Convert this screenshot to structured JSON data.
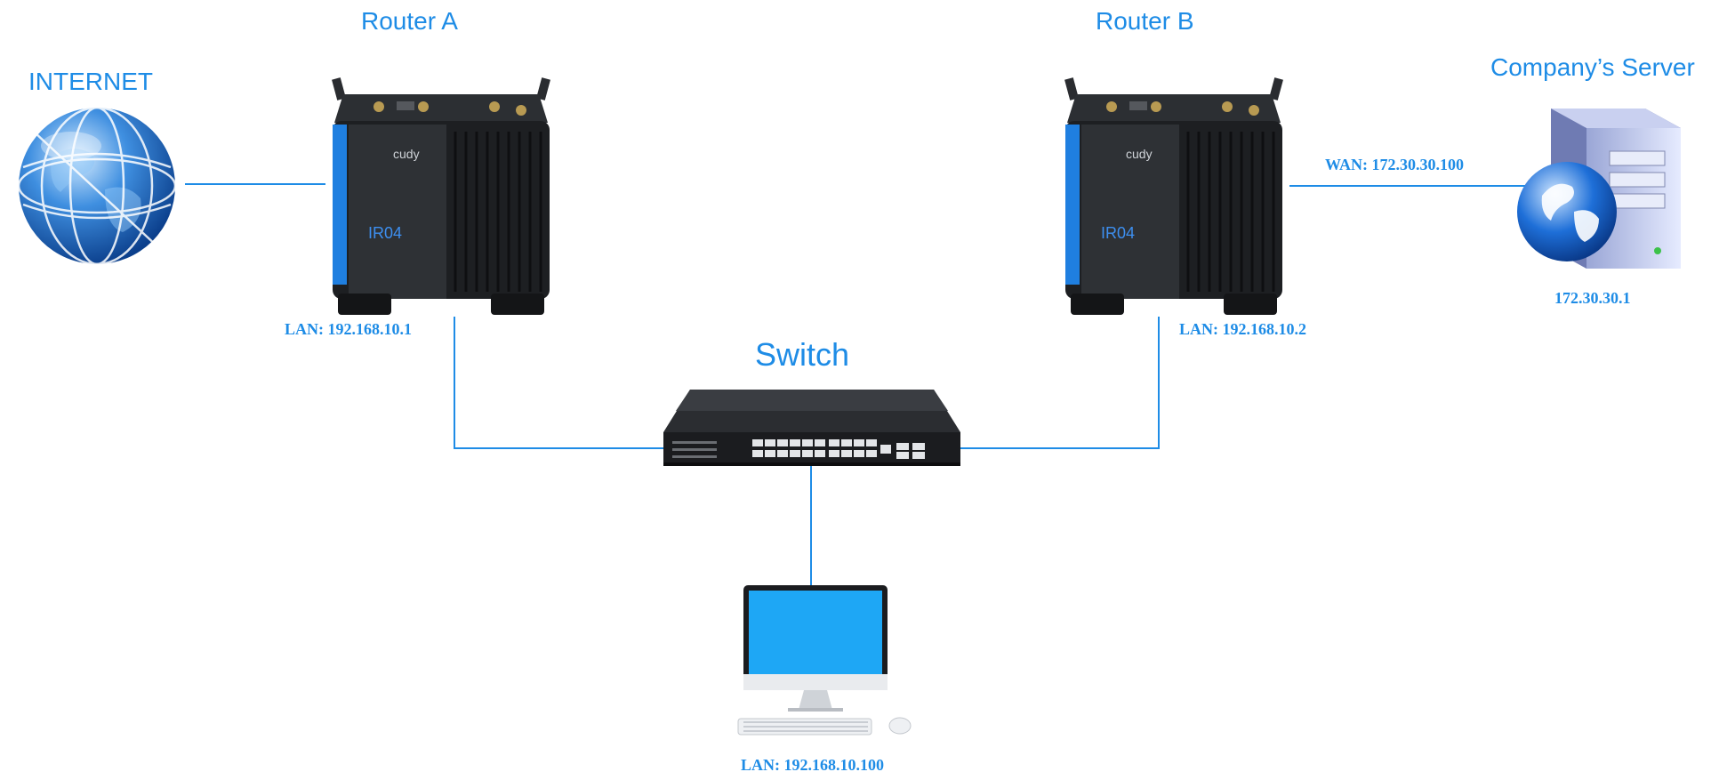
{
  "labels": {
    "internet": "INTERNET",
    "router_a": "Router A",
    "router_b": "Router B",
    "server": "Company’s Server",
    "switch": "Switch"
  },
  "addresses": {
    "router_a_lan": "LAN: 192.168.10.1",
    "router_b_lan": "LAN: 192.168.10.2",
    "router_b_wan": "WAN: 172.30.30.100",
    "server_ip": "172.30.30.1",
    "pc_lan": "LAN: 192.168.10.100"
  },
  "router_brand": "cudy",
  "router_model": "IR04",
  "colors": {
    "accent": "#1e8ce6",
    "router_body": "#1d1f22",
    "router_stripe": "#1f7fe0",
    "monitor_screen": "#1ea7f5"
  }
}
